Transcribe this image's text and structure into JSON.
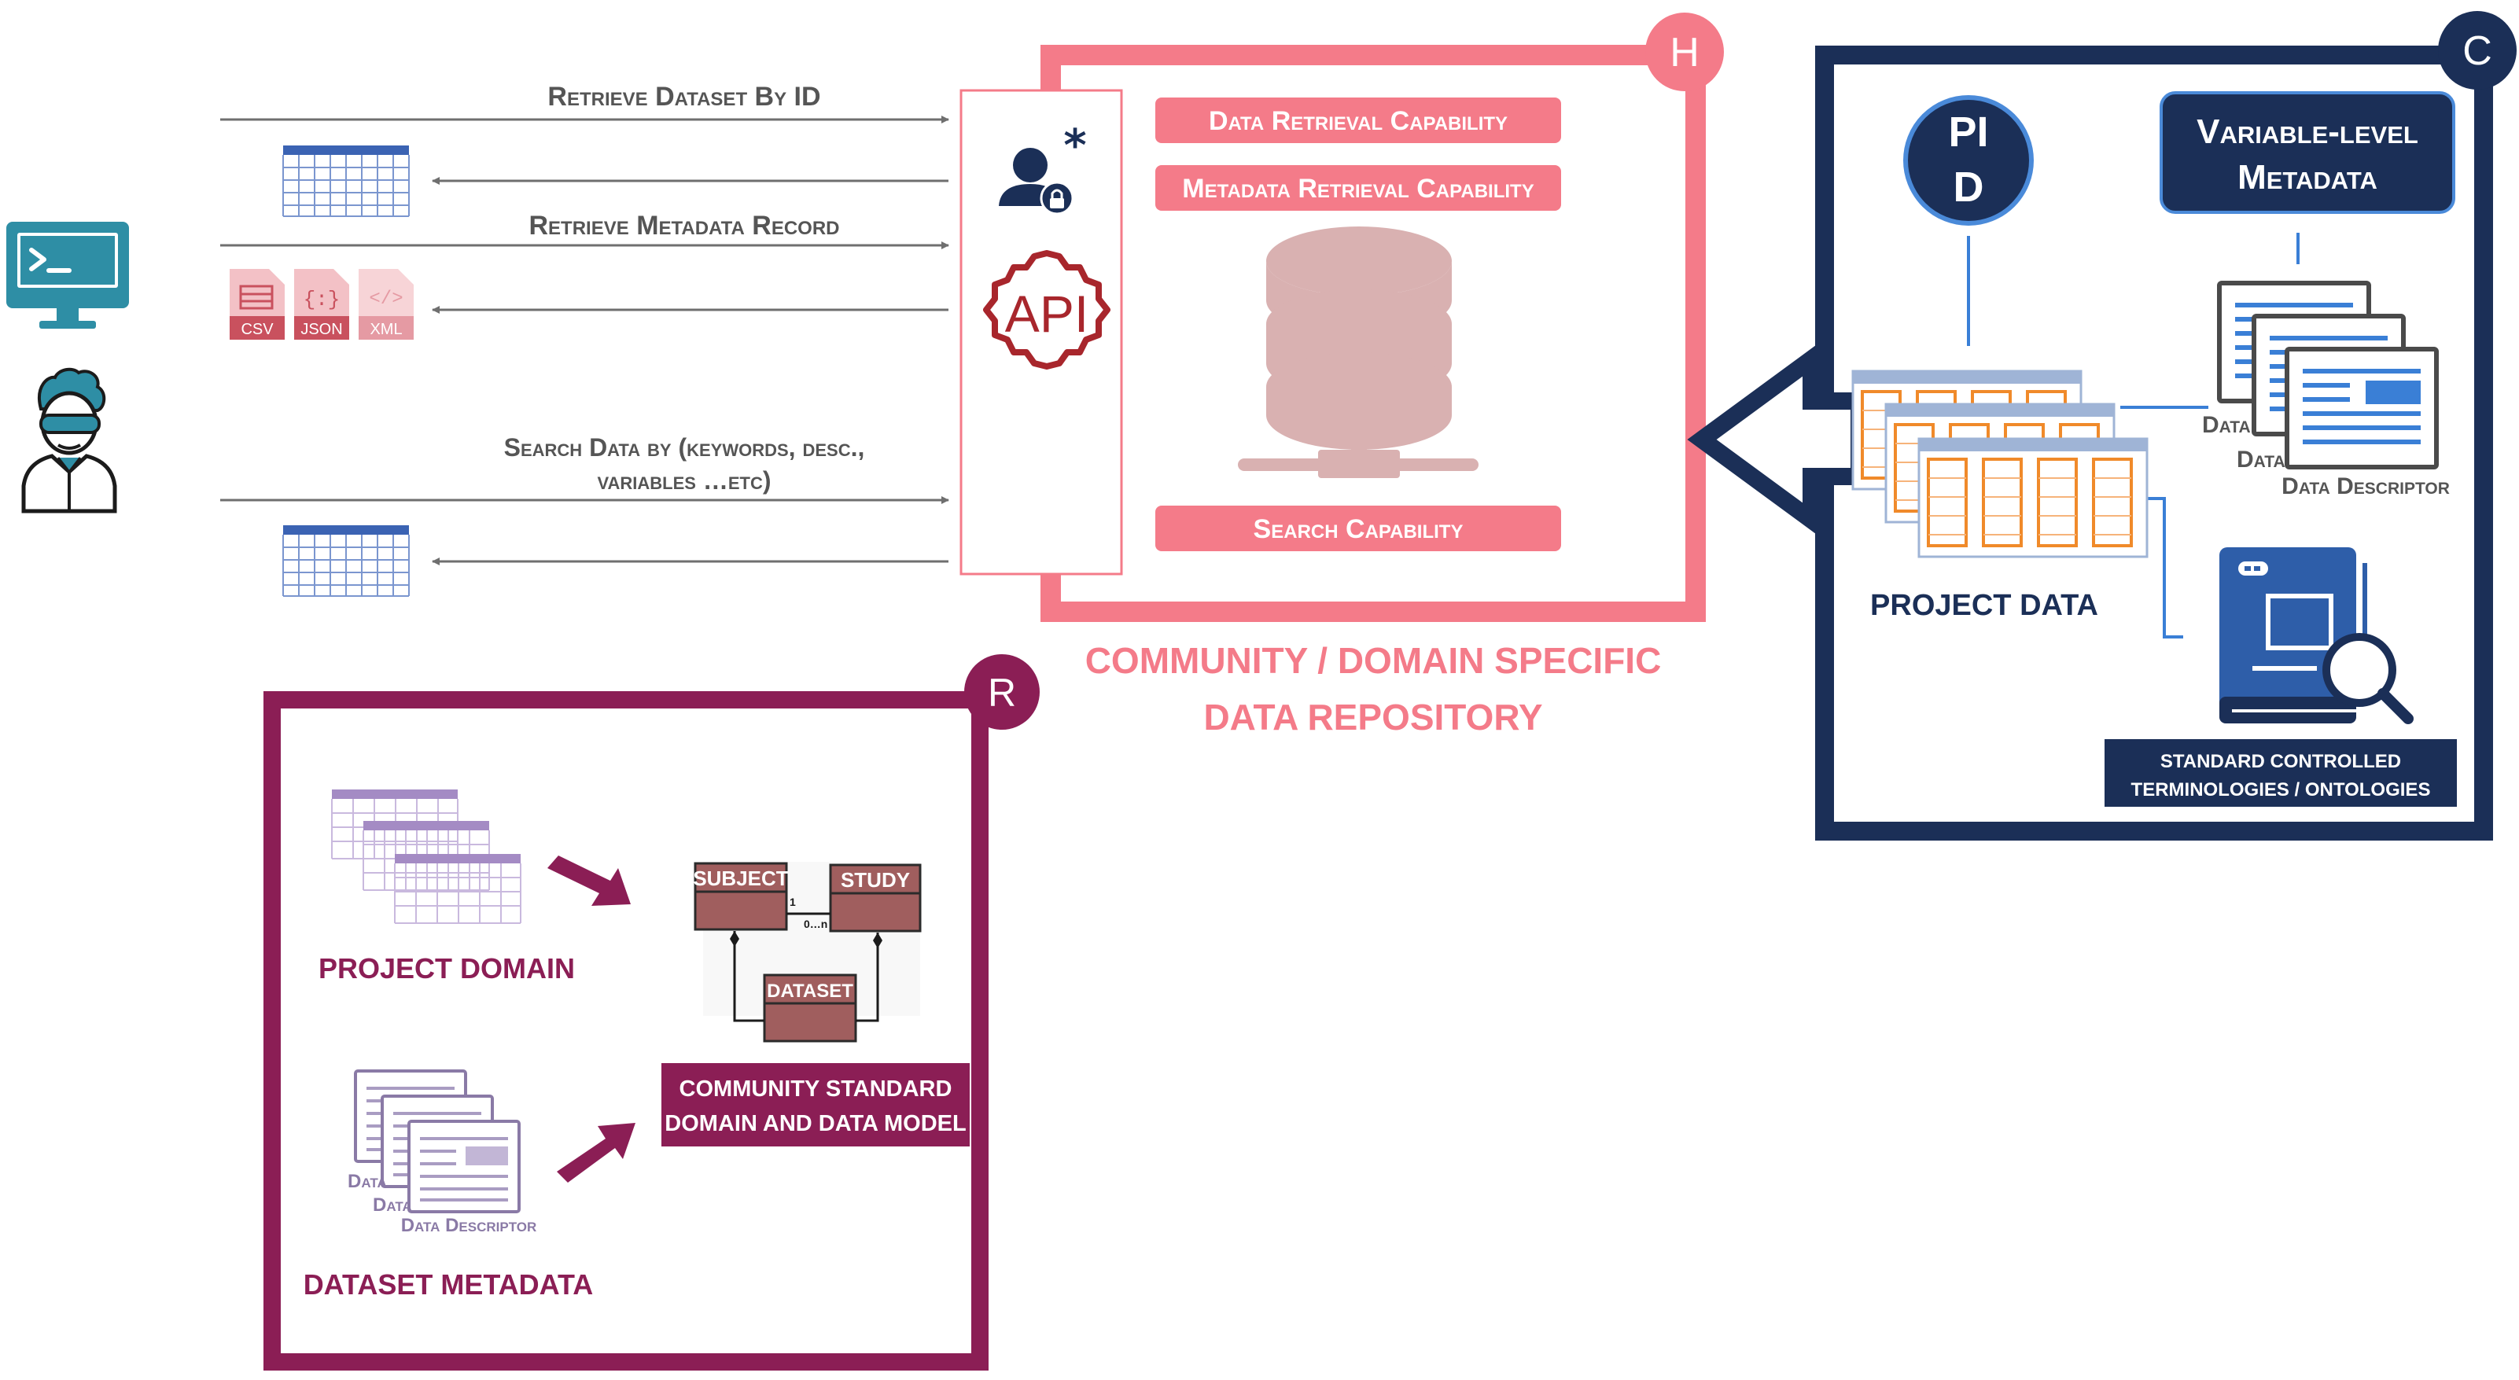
{
  "requests": {
    "retrieve_dataset": "Retrieve Dataset By ID",
    "retrieve_metadata": "Retrieve Metadata Record",
    "search_line1": "Search Data by (keywords, desc.,",
    "search_line2": "variables …etc)"
  },
  "formats": [
    "CSV",
    "JSON",
    "XML"
  ],
  "repository": {
    "badge": "H",
    "api_label": "API",
    "capabilities": {
      "data_retrieval": "Data Retrieval Capability",
      "metadata_retrieval": "Metadata Retrieval Capability",
      "search": "Search Capability"
    },
    "title_line1": "COMMUNITY / DOMAIN SPECIFIC",
    "title_line2": "DATA REPOSITORY"
  },
  "project": {
    "badge": "C",
    "pid_line1": "PI",
    "pid_line2": "D",
    "variable_metadata_line1": "Variable-level",
    "variable_metadata_line2": "Metadata",
    "data_descriptor_partial1": "Data",
    "data_descriptor_partial2": "Data",
    "data_descriptor": "Data Descriptor",
    "project_data": "PROJECT DATA",
    "terminologies_line1": "STANDARD CONTROLLED",
    "terminologies_line2": "TERMINOLOGIES / ONTOLOGIES"
  },
  "model": {
    "badge": "R",
    "project_domain": "PROJECT DOMAIN",
    "dataset_metadata": "DATASET METADATA",
    "entity_subject": "SUBJECT",
    "entity_study": "STUDY",
    "entity_dataset": "DATASET",
    "cardinality_one": "1",
    "cardinality_many": "0…n",
    "standard_line1": "COMMUNITY STANDARD",
    "standard_line2": "DOMAIN AND DATA MODEL",
    "data_descriptor_partial1": "Data",
    "data_descriptor_partial2": "Data",
    "data_descriptor": "Data Descriptor"
  },
  "colors": {
    "pink": "#f47b89",
    "navy": "#1b2f57",
    "maroon": "#8b1e55",
    "dark_red": "#a8262c",
    "teal": "#2e8ea5",
    "orange": "#f08a2a",
    "blue_line": "#3a7fd6"
  }
}
